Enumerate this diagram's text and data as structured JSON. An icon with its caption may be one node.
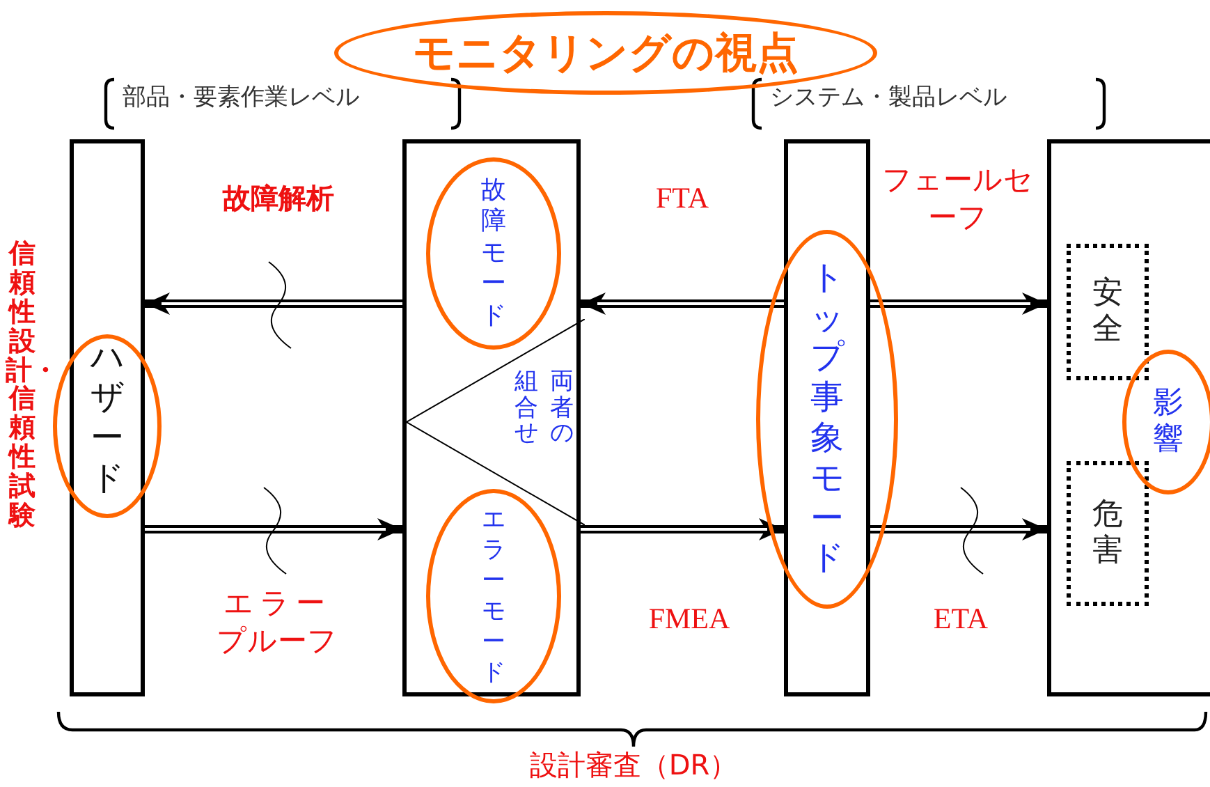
{
  "diagram": {
    "nodes": [
      {
        "text": [
          "モニタリングの視点"
        ]
      },
      {
        "text": [
          "ハザード"
        ]
      },
      {
        "text": [],
        "shape": "box"
      },
      {
        "text": [
          "故障モード"
        ],
        "in": 2
      },
      {
        "text": [
          "エラーモード"
        ],
        "in": 2
      },
      {
        "text": [
          "両者の組合せ"
        ],
        "in": 2
      },
      {
        "text": [
          "トップ事象モード"
        ]
      },
      {
        "text": [],
        "shape": "box"
      },
      {
        "text": [
          "安全"
        ],
        "in": 7
      },
      {
        "text": [
          "危害"
        ],
        "in": 7
      },
      {
        "text": [
          "影響"
        ],
        "in": 7
      }
    ],
    "edges": [
      {
        "from": 2,
        "to": 1,
        "arrow": "to"
      },
      {
        "from": 1,
        "to": 2,
        "arrow": "to"
      },
      {
        "from": 6,
        "to": 2,
        "arrow": "to"
      },
      {
        "from": 2,
        "to": 6,
        "arrow": "to"
      },
      {
        "from": 6,
        "to": 7,
        "arrow": "to"
      },
      {
        "from": 6,
        "to": 7,
        "arrow": "to"
      }
    ],
    "labels": [
      "部品・要素作業レベル",
      "システム・製品レベル",
      "故障解析",
      "FTA",
      "フェールセーフ",
      "信頼性設計・信頼性試験",
      "エラープルーフ",
      "FMEA",
      "ETA",
      "設計審査（DR）"
    ]
  }
}
